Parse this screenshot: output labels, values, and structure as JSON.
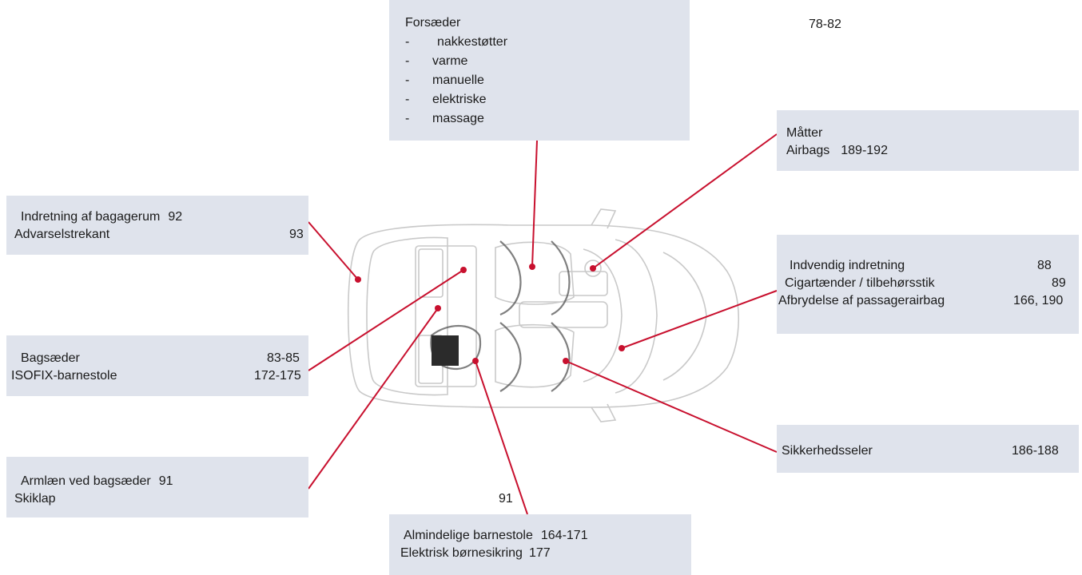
{
  "callouts": {
    "front_seats": {
      "title": "Forsæder",
      "items": [
        "nakkestøtter",
        "varme",
        "manuelle",
        "elektriske",
        "massage"
      ],
      "dash": "-",
      "page": "78-82"
    },
    "mats_airbags": {
      "line1": "Måtter",
      "line2_label": "Airbags",
      "line2_page": "189-192"
    },
    "boot": {
      "line1_label": "Indretning af bagagerum",
      "line1_page": "92",
      "line2_label": "Advarselstrekant",
      "line2_page": "93"
    },
    "interior": {
      "rows": [
        {
          "label": "Indvendig indretning",
          "page": "88"
        },
        {
          "label": "Cigartænder / tilbehørsstik",
          "page": "89"
        },
        {
          "label": "Afbrydelse af passagerairbag",
          "page": "166, 190"
        }
      ]
    },
    "rear_seats": {
      "line1_label": "Bagsæder",
      "line1_page": "83-85",
      "line2_label": "ISOFIX-barnestole",
      "line2_page": "172-175"
    },
    "seatbelts": {
      "label": "Sikkerhedsseler",
      "page": "186-188"
    },
    "armrest": {
      "line1_label": "Armlæn ved bagsæder",
      "line1_page": "91",
      "line2_label": "Skiklap"
    },
    "child_seats": {
      "page_above": "91",
      "line1_label": "Almindelige barnestole",
      "line1_page": "164-171",
      "line2_label": "Elektrisk børnesikring",
      "line2_page": "177"
    }
  },
  "colors": {
    "box_bg": "#dfe3ec",
    "leader": "#c8102e",
    "car_outline": "#c9c9c9"
  }
}
